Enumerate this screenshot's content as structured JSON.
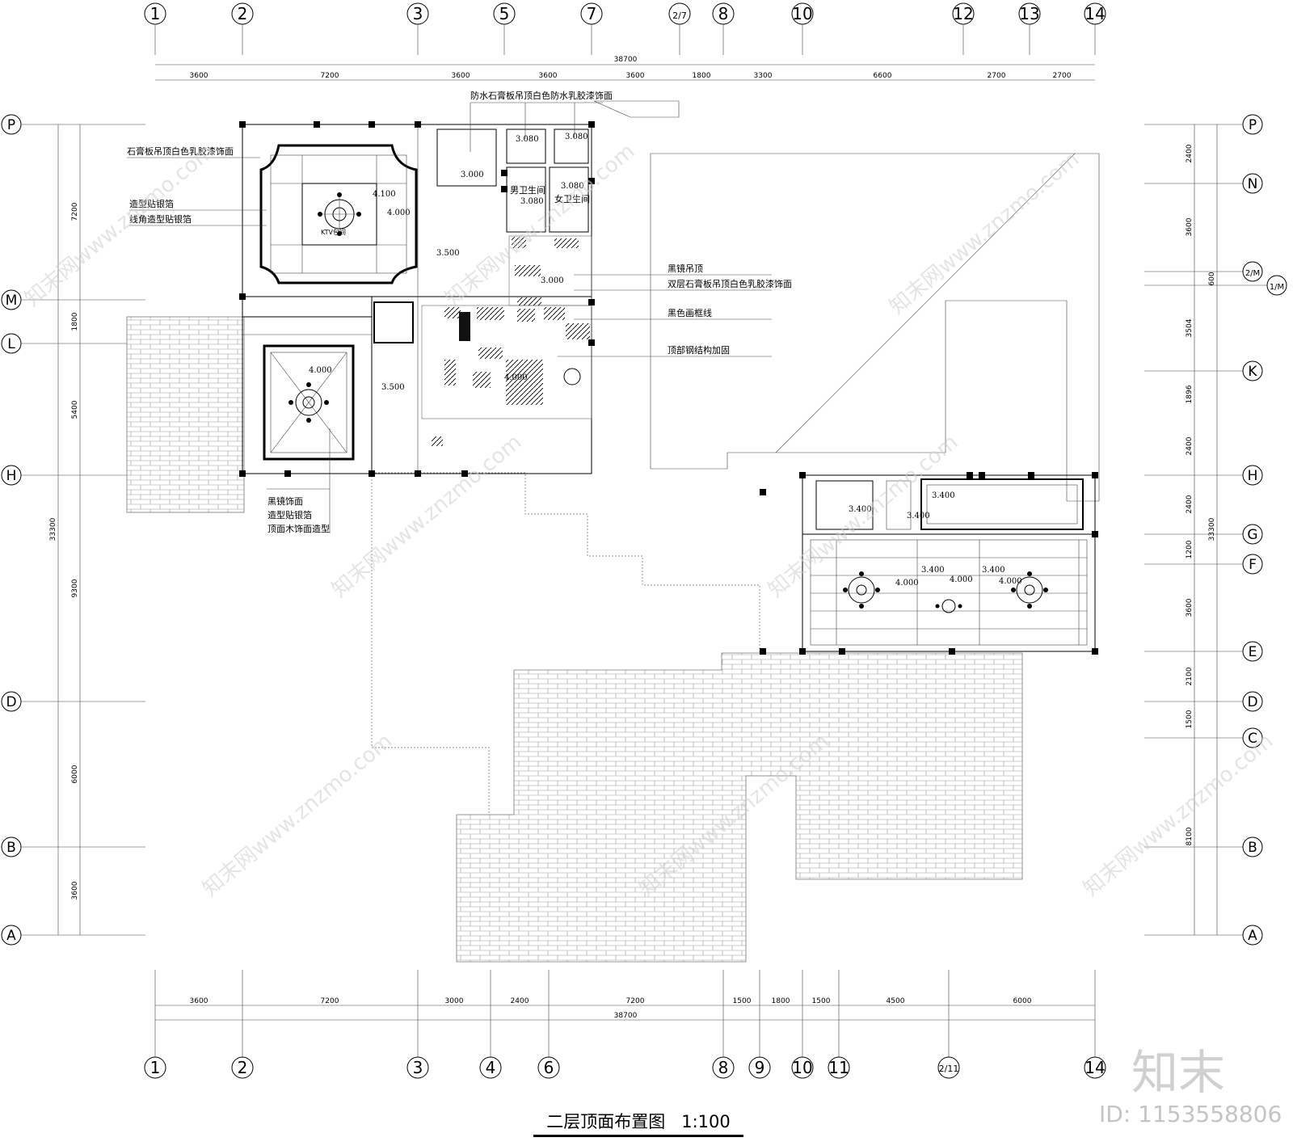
{
  "title": "二层顶面布置图",
  "scale": "1:100",
  "brand": "知末",
  "image_id": "ID: 1153558806",
  "watermark": "知末网www.znzmo.com",
  "top_axes": [
    "1",
    "2",
    "3",
    "5",
    "7",
    "2/7",
    "8",
    "10",
    "12",
    "13",
    "14"
  ],
  "bottom_axes": [
    "1",
    "2",
    "3",
    "4",
    "6",
    "8",
    "9",
    "10",
    "11",
    "2/11",
    "14"
  ],
  "left_axes": [
    "P",
    "M",
    "L",
    "H",
    "D",
    "B",
    "A"
  ],
  "right_axes": [
    "P",
    "N",
    "2/M",
    "1/M",
    "K",
    "H",
    "G",
    "F",
    "E",
    "D",
    "C",
    "B",
    "A"
  ],
  "top_total": "38700",
  "top_dims": [
    "3600",
    "7200",
    "3600",
    "3600",
    "3600",
    "1800",
    "3300",
    "6600",
    "2700",
    "2700"
  ],
  "bottom_total": "38700",
  "bottom_dims": [
    "3600",
    "7200",
    "3000",
    "2400",
    "7200",
    "1500",
    "1800",
    "1500",
    "4500",
    "6000"
  ],
  "left_total": "33300",
  "left_dims": [
    "7200",
    "1800",
    "5400",
    "9300",
    "6000",
    "3600"
  ],
  "right_total": "33300",
  "right_dims": [
    "2400",
    "3600",
    "600",
    "3504",
    "1896",
    "2400",
    "2400",
    "1200",
    "3600",
    "2100",
    "1500",
    "8100"
  ],
  "notes": {
    "waterproof_ceiling": "防水石膏板吊顶白色防水乳胶漆饰面",
    "gypsum_ceiling": "石膏板吊顶白色乳胶漆饰面",
    "silver_foil": "造型贴银箔",
    "corner_silver": "线角造型贴银箔",
    "black_mirror_ceiling": "黑镜吊顶",
    "double_gypsum": "双层石膏板吊顶白色乳胶漆饰面",
    "black_frame": "黑色画框线",
    "steel_reinforce": "顶部钢结构加固",
    "black_mirror_finish": "黑镜饰面",
    "silver_foil_2": "造型贴银箔",
    "wood_ceiling": "顶面木饰面造型"
  },
  "rooms": {
    "mens_wc": "男卫生间",
    "womens_wc": "女卫生间",
    "ktv": "KTV包间"
  },
  "elevations": {
    "e1": "3.000",
    "e2": "3.080",
    "e3": "3.080",
    "e4": "3.080",
    "e5": "3.080",
    "e6": "4.100",
    "e7": "4.000",
    "e8": "3.500",
    "e9": "3.000",
    "e10": "4.000",
    "e11": "3.500",
    "e12": "4.000",
    "e13": "3.400",
    "e14": "3.400",
    "e15": "3.400",
    "e16": "3.400",
    "e17": "3.400",
    "e18": "4.000",
    "e19": "4.000",
    "e20": "4.000"
  }
}
